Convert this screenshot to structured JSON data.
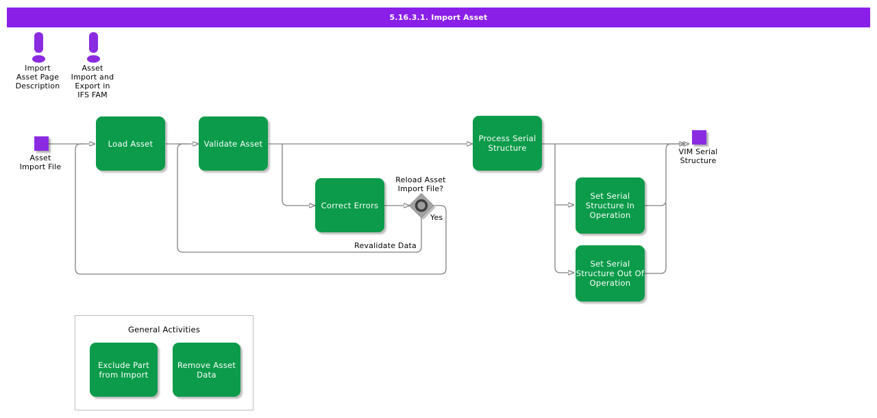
{
  "title_bar": {
    "text": "5.16.3.1. Import Asset"
  },
  "colors": {
    "purple": "#8A2BE2",
    "title_purple": "#8A1FE8",
    "green": "#0B9B4A",
    "line": "#808080",
    "gateway_gray": "#A3A3A3"
  },
  "annotations": [
    {
      "label": "Import\nAsset Page\nDescription"
    },
    {
      "label": "Asset\nImport and\nExport in\nIFS FAM"
    }
  ],
  "events": {
    "start": {
      "label": "Asset\nImport File"
    },
    "end": {
      "label": "VIM Serial\nStructure"
    }
  },
  "tasks": {
    "load": {
      "label": "Load Asset"
    },
    "validate": {
      "label": "Validate Asset"
    },
    "correct": {
      "label": "Correct Errors"
    },
    "process": {
      "label": "Process Serial\nStructure"
    },
    "set_in": {
      "label": "Set Serial\nStructure In\nOperation"
    },
    "set_out": {
      "label": "Set Serial\nStructure Out Of\nOperation"
    }
  },
  "gateway": {
    "question": "Reload Asset\nImport File?",
    "yes_label": "Yes",
    "revalidate_label": "Revalidate Data"
  },
  "general_activities": {
    "title": "General Activities",
    "tasks": [
      {
        "label": "Exclude Part\nfrom Import"
      },
      {
        "label": "Remove Asset\nData"
      }
    ]
  }
}
